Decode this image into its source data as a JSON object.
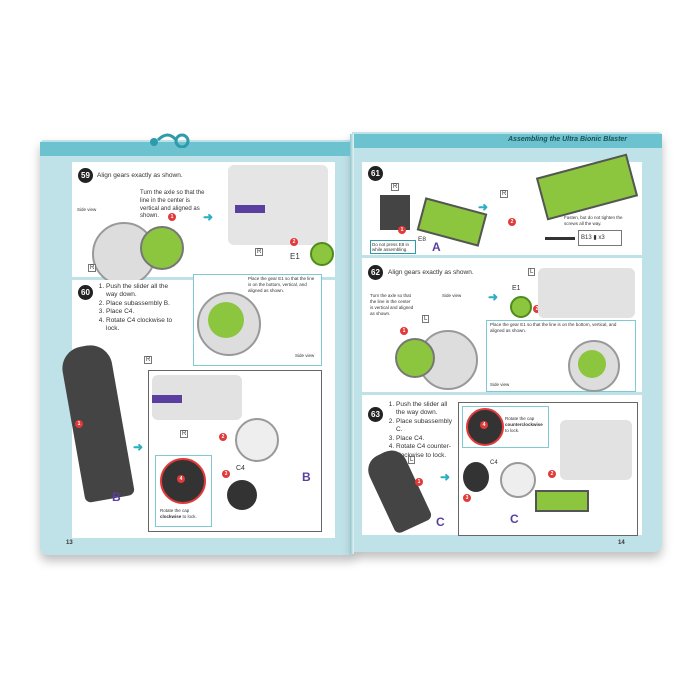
{
  "header": {
    "title": "Assembling the Ultra Bionic Blaster"
  },
  "left_page": {
    "page_number": "13",
    "step59": {
      "number": "59",
      "title": "Align gears exactly as shown.",
      "note": "Turn the axle so that the line in the center is vertical and aligned as shown.",
      "side_view": "Side view",
      "label_r": "R",
      "part": "E1",
      "callout": "Place the gear E1 so that the line is on the bottom, vertical, and aligned as shown.",
      "callout_side_view": "Side view",
      "markers": [
        "1",
        "2"
      ]
    },
    "step60": {
      "number": "60",
      "instructions": [
        "Push the slider all the way down.",
        "Place subassembly B.",
        "Place C4.",
        "Rotate C4 clockwise to lock."
      ],
      "label_r": "R",
      "sub": "B",
      "part": "C4",
      "callout_a": "Rotate the cap ",
      "callout_b": "clockwise",
      "callout_c": " to lock.",
      "markers": [
        "1",
        "2",
        "3",
        "4"
      ]
    }
  },
  "right_page": {
    "page_number": "14",
    "step61": {
      "number": "61",
      "label_r": "R",
      "part": "E8",
      "sub": "A",
      "warning": "Do not press E8 in while assembling.",
      "note": "Fasten, but do not tighten the screws all the way.",
      "screw": "B13",
      "qty": "x3",
      "markers": [
        "1",
        "2"
      ]
    },
    "step62": {
      "number": "62",
      "title": "Align gears exactly as shown.",
      "note": "Turn the axle so that the line in the center is vertical and aligned as shown.",
      "side_view": "Side view",
      "label_l": "L",
      "part": "E1",
      "callout": "Place the gear E1 so that the line is on the bottom, vertical, and aligned as shown.",
      "callout_side_view": "Side view",
      "markers": [
        "1",
        "2"
      ]
    },
    "step63": {
      "number": "63",
      "instructions": [
        "Push the slider all the way down.",
        "Place subassembly C.",
        "Place C4.",
        "Rotate C4 counter-clockwise to lock."
      ],
      "label_l": "L",
      "sub": "C",
      "part": "C4",
      "callout_a": "Rotate the cap ",
      "callout_b": "counterclockwise",
      "callout_c": " to lock.",
      "markers": [
        "1",
        "2",
        "3",
        "4"
      ]
    }
  },
  "colors": {
    "teal": "#6cc3cf",
    "page_bg": "#bfe2e8",
    "accent_red": "#e03a3a",
    "gear_green": "#8cc63f",
    "sub_purple": "#5b3fa0"
  }
}
